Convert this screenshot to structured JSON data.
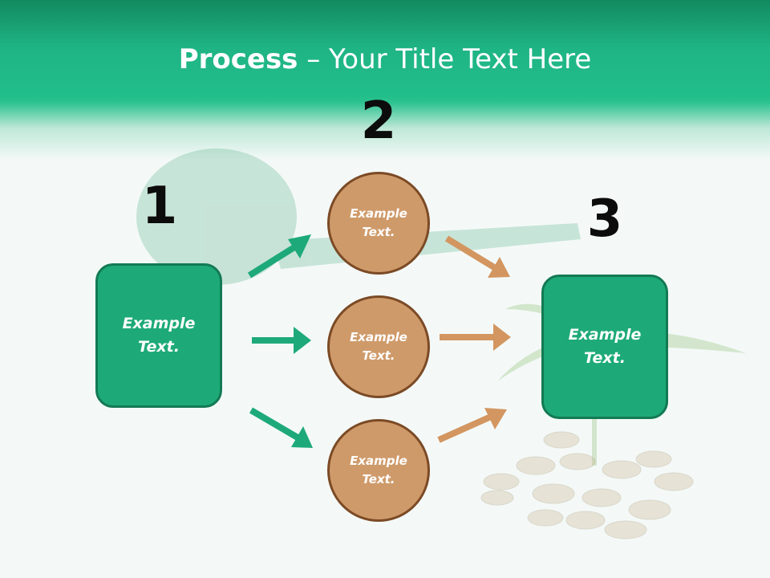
{
  "slide": {
    "title_bold": "Process",
    "title_rest": " – Your Title Text Here",
    "colors": {
      "header": "#1fb484",
      "box_fill": "#1daa78",
      "box_border": "#137a54",
      "circle_fill": "#cf9a6a",
      "circle_border": "#7b4a25",
      "green_arrow": "#1ea97a",
      "orange_arrow": "#d39660"
    }
  },
  "steps": {
    "one": {
      "number": "1",
      "text": "Example\nText."
    },
    "two": {
      "number": "2",
      "items": [
        {
          "text": "Example\nText."
        },
        {
          "text": "Example\nText."
        },
        {
          "text": "Example\nText."
        }
      ]
    },
    "three": {
      "number": "3",
      "text": "Example\nText."
    }
  }
}
